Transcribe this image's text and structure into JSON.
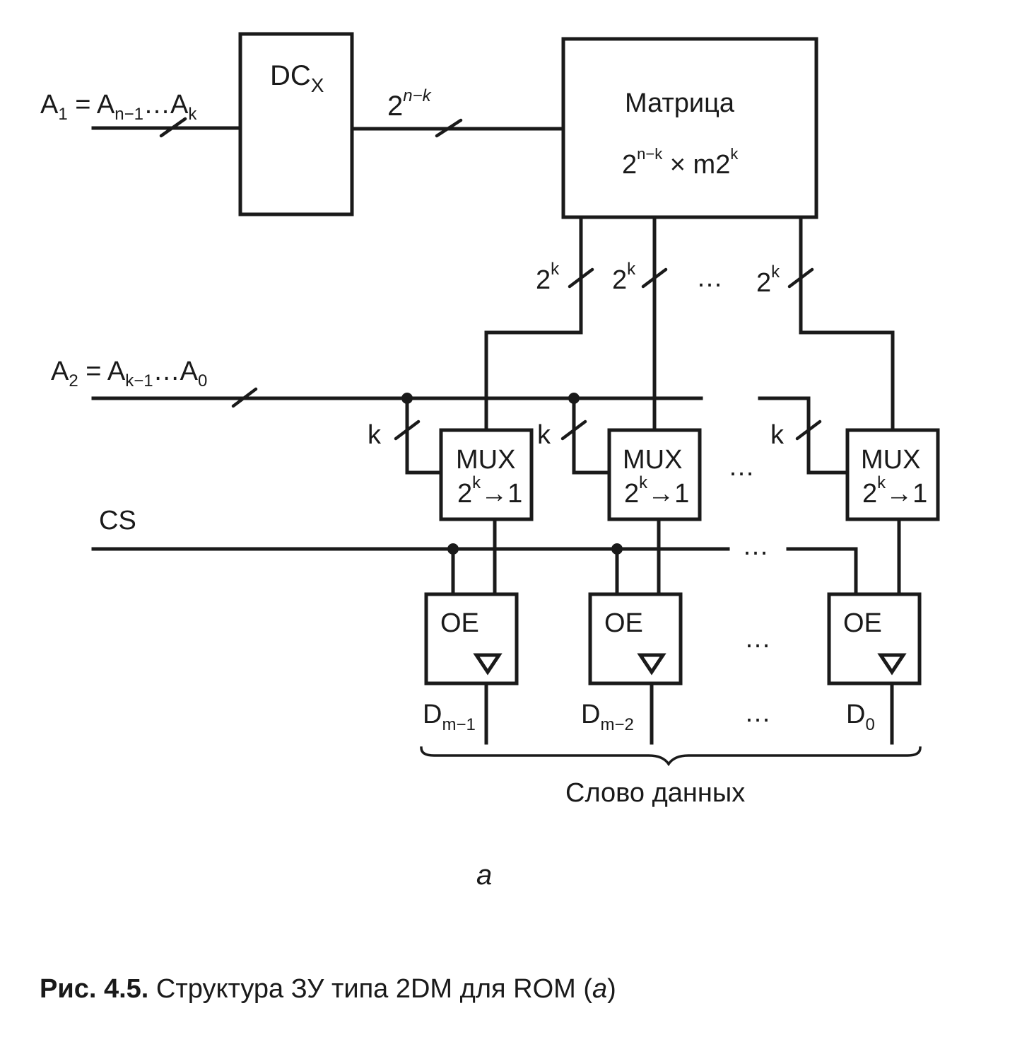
{
  "labels": {
    "a1_main": "A",
    "a1_sub": "1",
    "a1_eq": " = A",
    "a1_sub2": "n−1",
    "a1_dots": "…A",
    "a1_sub3": "k",
    "a2_main": "A",
    "a2_sub": "2",
    "a2_eq": " = A",
    "a2_sub2": "k−1",
    "a2_dots": "…A",
    "a2_sub3": "0",
    "cs": "CS",
    "dc_main": "DC",
    "dc_sub": "X",
    "bus_base": "2",
    "bus_exp": "n−k",
    "matrix_title": "Матрица",
    "matrix_base": "2",
    "matrix_exp": "n−k",
    "matrix_mid": " × m2",
    "matrix_exp2": "k",
    "col_base": "2",
    "col_exp": "k",
    "k_label": "k",
    "mux_title": "MUX",
    "mux_base": "2",
    "mux_exp": "k",
    "mux_arrow": "→1",
    "oe_label": "OE",
    "d1_main": "D",
    "d1_sub": "m−1",
    "d2_main": "D",
    "d2_sub": "m−2",
    "d0_main": "D",
    "d0_sub": "0",
    "ellipsis": "…",
    "word": "Слово данных",
    "subfig": "а",
    "caption_bold": "Рис. 4.5.",
    "caption_text": " Структура ЗУ типа 2DM для ROM (",
    "caption_it": "а",
    "caption_end": ")"
  }
}
